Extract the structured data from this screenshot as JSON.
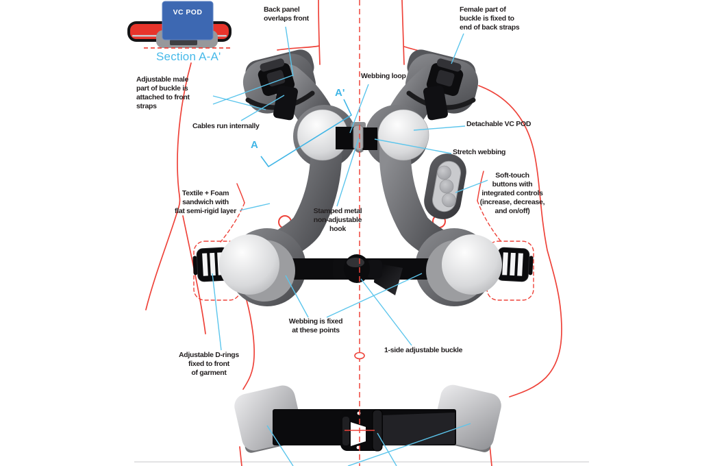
{
  "title": "Annotated harness diagram with VC POD",
  "colors": {
    "body_outline_red": "#ee4239",
    "leader_blue": "#5bc5ec",
    "mark_blue": "#3fb5e6",
    "pod_box_blue": "#3d68b2",
    "label_text": "#231f20"
  },
  "section_detail": {
    "pod_label": "VC POD",
    "caption": "Section A-A'"
  },
  "section_marks": {
    "a": "A",
    "a_prime": "A'"
  },
  "labels": {
    "back_panel": "Back panel\noverlaps front",
    "female_buckle": "Female part of\nbuckle is fixed to\nend of back straps",
    "male_buckle": "Adjustable male\npart of buckle is\nattached to front\nstraps",
    "cables": "Cables run internally",
    "webbing_loop": "Webbing loop",
    "detachable_pod": "Detachable VC POD",
    "stretch_webbing": "Stretch webbing",
    "soft_touch": "Soft-touch\nbuttons with\nintegrated controls\n(increase, decrease,\nand on/off)",
    "textile_foam": "Textile + Foam\nsandwich with\nflat semi-rigid layer",
    "stamped_hook": "Stamped metal\nnon-adjustable\nhook",
    "webbing_fixed": "Webbing is fixed\nat these points",
    "one_side_buckle": "1-side adjustable buckle",
    "d_rings": "Adjustable D-rings\nfixed to front\nof garment"
  }
}
